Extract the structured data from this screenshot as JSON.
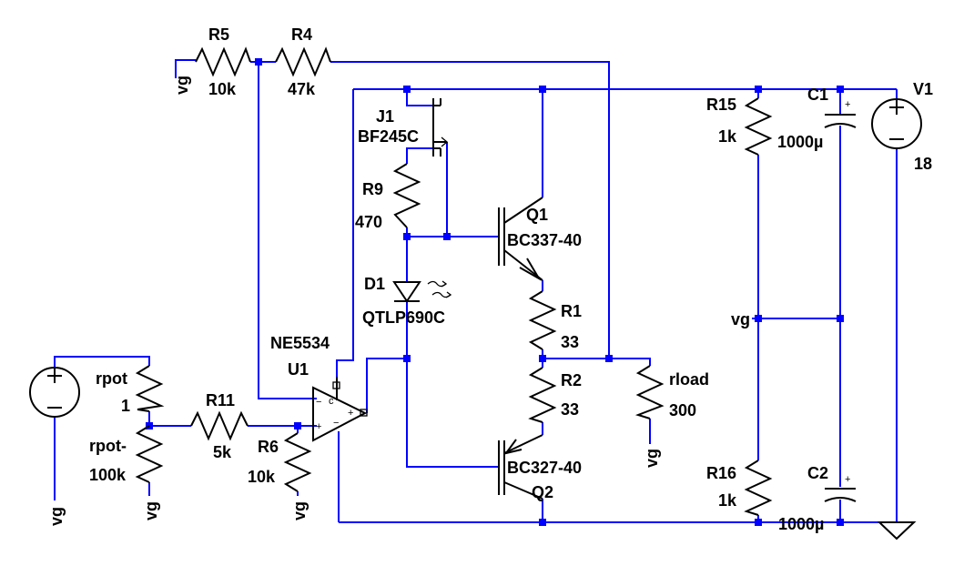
{
  "components": {
    "r5": {
      "ref": "R5",
      "value": "10k"
    },
    "r4": {
      "ref": "R4",
      "value": "47k"
    },
    "j1": {
      "ref": "J1",
      "value": "BF245C"
    },
    "r9": {
      "ref": "R9",
      "value": "470"
    },
    "d1": {
      "ref": "D1",
      "value": "QTLP690C"
    },
    "q1": {
      "ref": "Q1",
      "value": "BC337-40"
    },
    "q2": {
      "ref": "Q2",
      "value": "BC327-40"
    },
    "r1": {
      "ref": "R1",
      "value": "33"
    },
    "r2": {
      "ref": "R2",
      "value": "33"
    },
    "rload": {
      "ref": "rload",
      "value": "300"
    },
    "r15": {
      "ref": "R15",
      "value": "1k"
    },
    "r16": {
      "ref": "R16",
      "value": "1k"
    },
    "c1": {
      "ref": "C1",
      "value": "1000µ"
    },
    "c2": {
      "ref": "C2",
      "value": "1000µ"
    },
    "v1": {
      "ref": "V1",
      "value": "18"
    },
    "u1": {
      "ref": "U1",
      "value": "NE5534"
    },
    "rpot": {
      "ref": "rpot",
      "value": "1"
    },
    "rpot_minus": {
      "ref": "rpot-",
      "value": "100k"
    },
    "r11": {
      "ref": "R11",
      "value": "5k"
    },
    "r6": {
      "ref": "R6",
      "value": "10k"
    }
  },
  "net_labels": {
    "vg": "vg"
  },
  "pin_marks": {
    "plus": "+",
    "minus": "−",
    "comp": "c"
  },
  "colors": {
    "wire": "#0000ff",
    "symbol": "#000000",
    "junction": "#0000ff"
  }
}
